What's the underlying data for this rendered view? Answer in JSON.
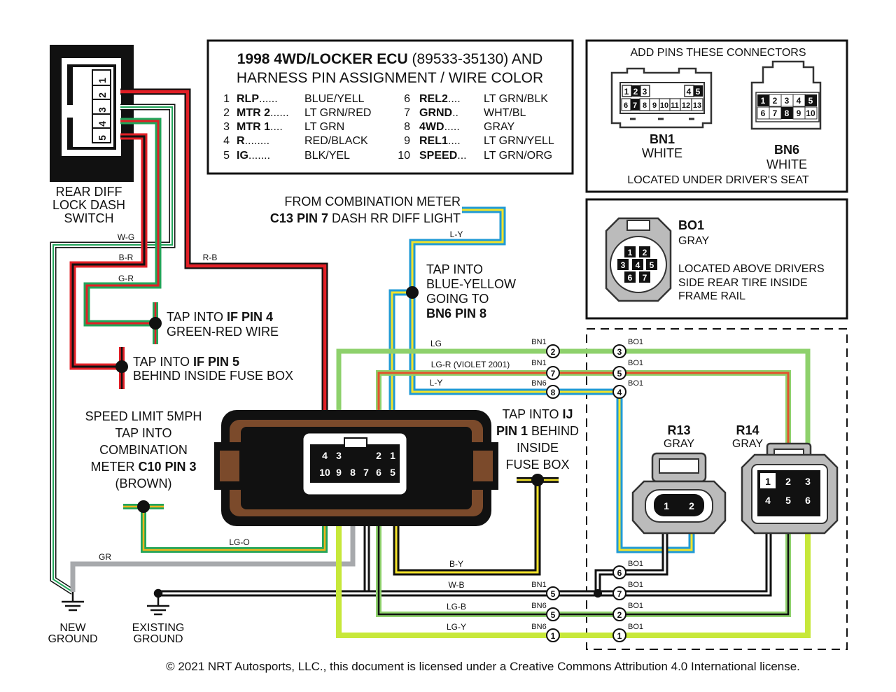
{
  "title": {
    "line1_bold": "1998 4WD/LOCKER ECU",
    "line1_rest": "(89533-35130) AND",
    "line2": "HARNESS PIN ASSIGNMENT / WIRE COLOR"
  },
  "pins": [
    {
      "num": "1",
      "name": "RLP",
      "dots": "......",
      "color": "BLUE/YELL"
    },
    {
      "num": "2",
      "name": "MTR 2",
      "dots": "......",
      "color": "LT GRN/RED"
    },
    {
      "num": "3",
      "name": "MTR 1",
      "dots": "....",
      "color": "LT GRN"
    },
    {
      "num": "4",
      "name": "R",
      "dots": "........",
      "color": "RED/BLACK"
    },
    {
      "num": "5",
      "name": "IG",
      "dots": ".......",
      "color": "BLK/YEL"
    },
    {
      "num": "6",
      "name": "REL2",
      "dots": "....",
      "color": "LT GRN/BLK"
    },
    {
      "num": "7",
      "name": "GRND",
      "dots": "..",
      "color": "WHT/BL"
    },
    {
      "num": "8",
      "name": "4WD",
      "dots": ".....",
      "color": "GRAY"
    },
    {
      "num": "9",
      "name": "REL1",
      "dots": "....",
      "color": "LT GRN/YELL"
    },
    {
      "num": "10",
      "name": "SPEED",
      "dots": "...",
      "color": "LT GRN/ORG"
    }
  ],
  "bn_box": {
    "heading": "ADD PINS THESE CONNECTORS",
    "bn1_name": "BN1",
    "bn1_color": "WHITE",
    "bn6_name": "BN6",
    "bn6_color": "WHITE",
    "location": "LOCATED UNDER DRIVER'S SEAT"
  },
  "bo1_box": {
    "name": "BO1",
    "color": "GRAY",
    "loc1": "LOCATED ABOVE DRIVERS",
    "loc2": "SIDE REAR TIRE INSIDE",
    "loc3": "FRAME RAIL"
  },
  "switch_label": [
    "REAR DIFF",
    "LOCK DASH",
    "SWITCH"
  ],
  "switch_pins": [
    "1",
    "2",
    "3",
    "4",
    "5"
  ],
  "wire_labels": {
    "wg": "W-G",
    "br": "B-R",
    "gr": "G-R",
    "rb": "R-B",
    "ly_top": "L-Y",
    "lg": "LG",
    "lgr": "LG-R (VIOLET 2001)",
    "ly": "L-Y",
    "lgo": "LG-O",
    "gr2": "GR",
    "by": "B-Y",
    "wb": "W-B",
    "lgb": "LG-B",
    "lgy": "LG-Y"
  },
  "meter_note": {
    "line1": "FROM COMBINATION METER",
    "line2_bold": "C13 PIN 7",
    "line2_rest": "DASH RR DIFF LIGHT"
  },
  "tap_blue_yellow": {
    "line1": "TAP INTO",
    "line2": "BLUE-YELLOW",
    "line3": "GOING TO",
    "line4_bold": "BN6 PIN 8"
  },
  "tap_pin4": {
    "pre": "TAP INTO",
    "bold": "IF PIN 4",
    "line2": "GREEN-RED WIRE"
  },
  "tap_pin5": {
    "pre": "TAP INTO",
    "bold": "IF PIN 5",
    "line2": "BEHIND INSIDE FUSE BOX"
  },
  "speed_note": {
    "line1": "SPEED LIMIT 5MPH",
    "line2": "TAP INTO",
    "line3": "COMBINATION",
    "line4_pre": "METER",
    "line4_bold": "C10 PIN 3",
    "line5": "(BROWN)"
  },
  "ij_note": {
    "line1_pre": "TAP INTO",
    "line1_bold": "IJ",
    "line2_bold": "PIN 1",
    "line2_rest": "BEHIND",
    "line3": "INSIDE",
    "line4": "FUSE BOX"
  },
  "ecu_pins_top": [
    "4",
    "3",
    "2",
    "1"
  ],
  "ecu_pins_bottom": [
    "10",
    "9",
    "8",
    "7",
    "6",
    "5"
  ],
  "r13": {
    "name": "R13",
    "color": "GRAY",
    "pins": [
      "1",
      "2"
    ]
  },
  "r14": {
    "name": "R14",
    "color": "GRAY",
    "pins": [
      "1",
      "2",
      "3",
      "4",
      "5",
      "6"
    ]
  },
  "bo1_pins": [
    "1",
    "2",
    "3",
    "4",
    "5",
    "6",
    "7"
  ],
  "bn1_pins_top": [
    "1",
    "2",
    "3",
    "4",
    "5"
  ],
  "bn1_pins_bottom": [
    "6",
    "7",
    "8",
    "9",
    "10",
    "11",
    "12",
    "13"
  ],
  "bn6_pins_top": [
    "1",
    "2",
    "3",
    "4",
    "5"
  ],
  "bn6_pins_bottom": [
    "6",
    "7",
    "8",
    "9",
    "10"
  ],
  "junctions": {
    "bn1": "BN1",
    "bn6": "BN6",
    "bo1": "BO1",
    "n1": "1",
    "n2": "2",
    "n3": "3",
    "n4": "4",
    "n5": "5",
    "n6": "6",
    "n7": "7",
    "n8": "8"
  },
  "grounds": {
    "new1": "NEW",
    "new2": "GROUND",
    "existing1": "EXISTING",
    "existing2": "GROUND"
  },
  "copyright": "© 2021 NRT Autosports, LLC., this document is licensed under a Creative Commons Attribution 4.0 International license."
}
